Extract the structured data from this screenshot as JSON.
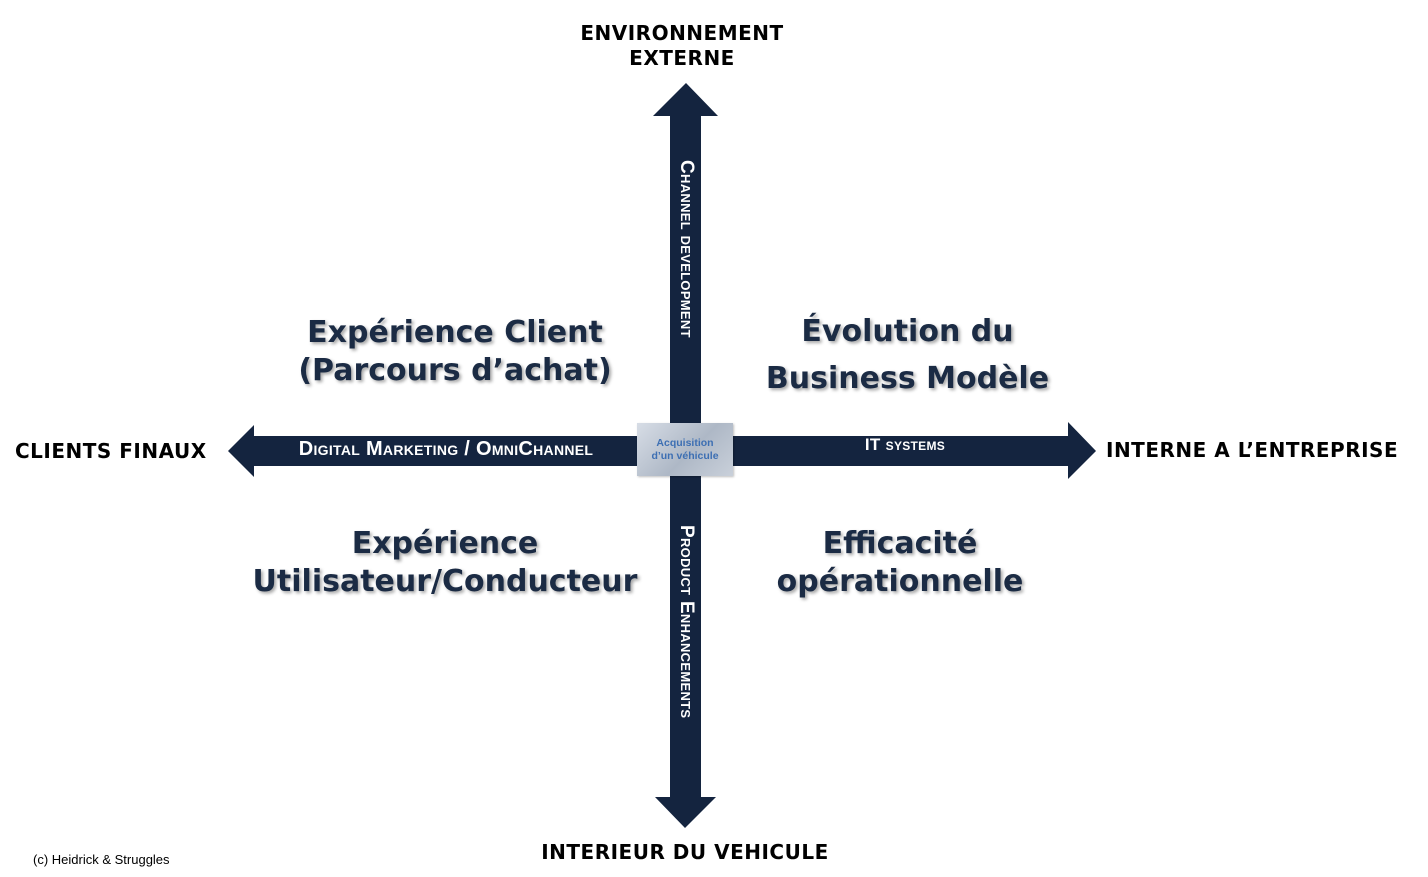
{
  "poles": {
    "top": "ENVIRONNEMENT\nEXTERNE",
    "bottom": "INTERIEUR DU VEHICULE",
    "left": "CLIENTS FINAUX",
    "right": "INTERNE A L’ENTREPRISE"
  },
  "axes": {
    "left_label": "Digital Marketing / OmniChannel",
    "right_label": "IT systems",
    "top_label": "Channel development",
    "bottom_label": "Product Enhancements"
  },
  "center": "Acquisition d’un véhicule",
  "quadrants": {
    "top_left": "Expérience Client\n(Parcours d’achat)",
    "top_right": "Évolution du\nBusiness Modèle",
    "bottom_left": "Expérience\nUtilisateur/Conducteur",
    "bottom_right": "Efficacité\nopérationnelle"
  },
  "credit": "(c) Heidrick & Struggles",
  "colors": {
    "arrow": "#14243f",
    "quadrant_text": "#1b2b44",
    "center_text": "#3d6fb3"
  }
}
